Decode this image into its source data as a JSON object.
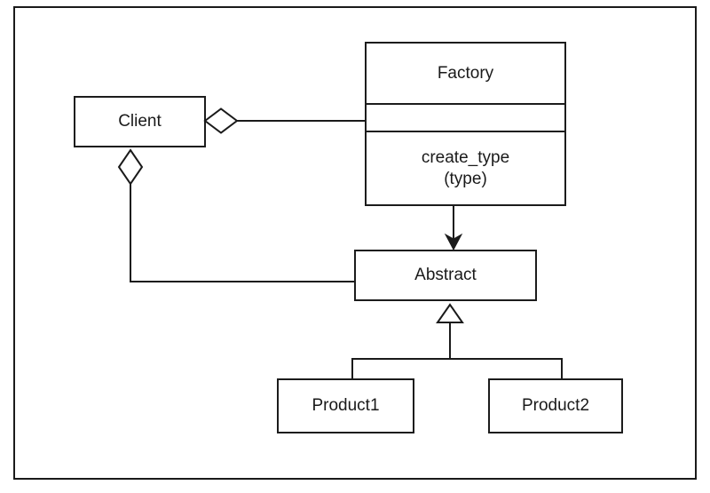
{
  "diagram_type": "uml-class-diagram",
  "colors": {
    "line": "#1a1a1a",
    "background": "#ffffff",
    "box_fill": "#ffffff"
  },
  "classes": {
    "client": {
      "name": "Client"
    },
    "factory": {
      "name": "Factory",
      "method_name": "create_type",
      "method_params": "(type)"
    },
    "abstract": {
      "name": "Abstract"
    },
    "product1": {
      "name": "Product1"
    },
    "product2": {
      "name": "Product2"
    }
  },
  "relationships": [
    {
      "from": "Client",
      "to": "Factory",
      "type": "aggregation",
      "marker": "hollow-diamond-at-client"
    },
    {
      "from": "Client",
      "to": "Abstract",
      "type": "aggregation",
      "marker": "hollow-diamond-at-client"
    },
    {
      "from": "Factory",
      "to": "Abstract",
      "type": "directed-association",
      "marker": "filled-arrow-at-abstract"
    },
    {
      "from": "Product1",
      "to": "Abstract",
      "type": "generalization",
      "marker": "hollow-triangle-at-abstract"
    },
    {
      "from": "Product2",
      "to": "Abstract",
      "type": "generalization",
      "marker": "hollow-triangle-at-abstract"
    }
  ]
}
